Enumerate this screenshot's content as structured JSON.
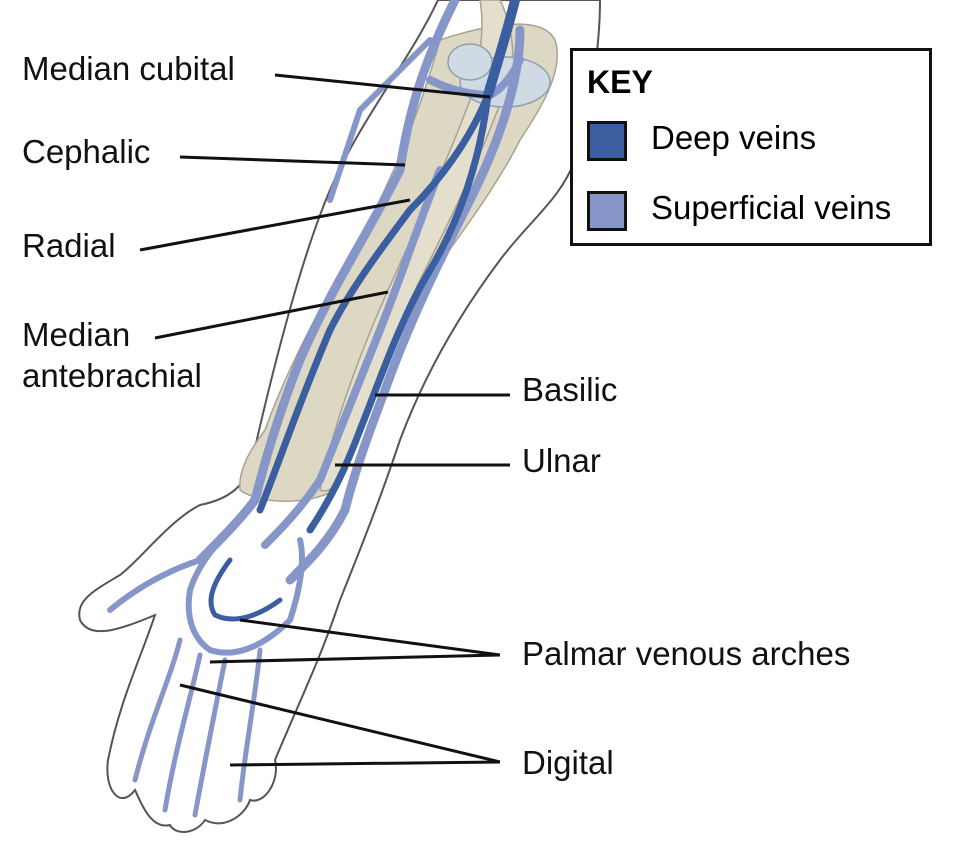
{
  "colors": {
    "deep_vein": "#3a5ea0",
    "superficial_vein": "#8796c8",
    "bone": "#ddd8c4",
    "skin_outline": "#555555",
    "leader": "#111111"
  },
  "labels": {
    "median_cubital": "Median cubital",
    "cephalic": "Cephalic",
    "radial": "Radial",
    "median_antebrachial_1": "Median",
    "median_antebrachial_2": "antebrachial",
    "basilic": "Basilic",
    "ulnar": "Ulnar",
    "palmar_venous_arches": "Palmar venous arches",
    "digital": "Digital"
  },
  "key": {
    "title": "KEY",
    "deep": "Deep veins",
    "superficial": "Superficial veins"
  }
}
